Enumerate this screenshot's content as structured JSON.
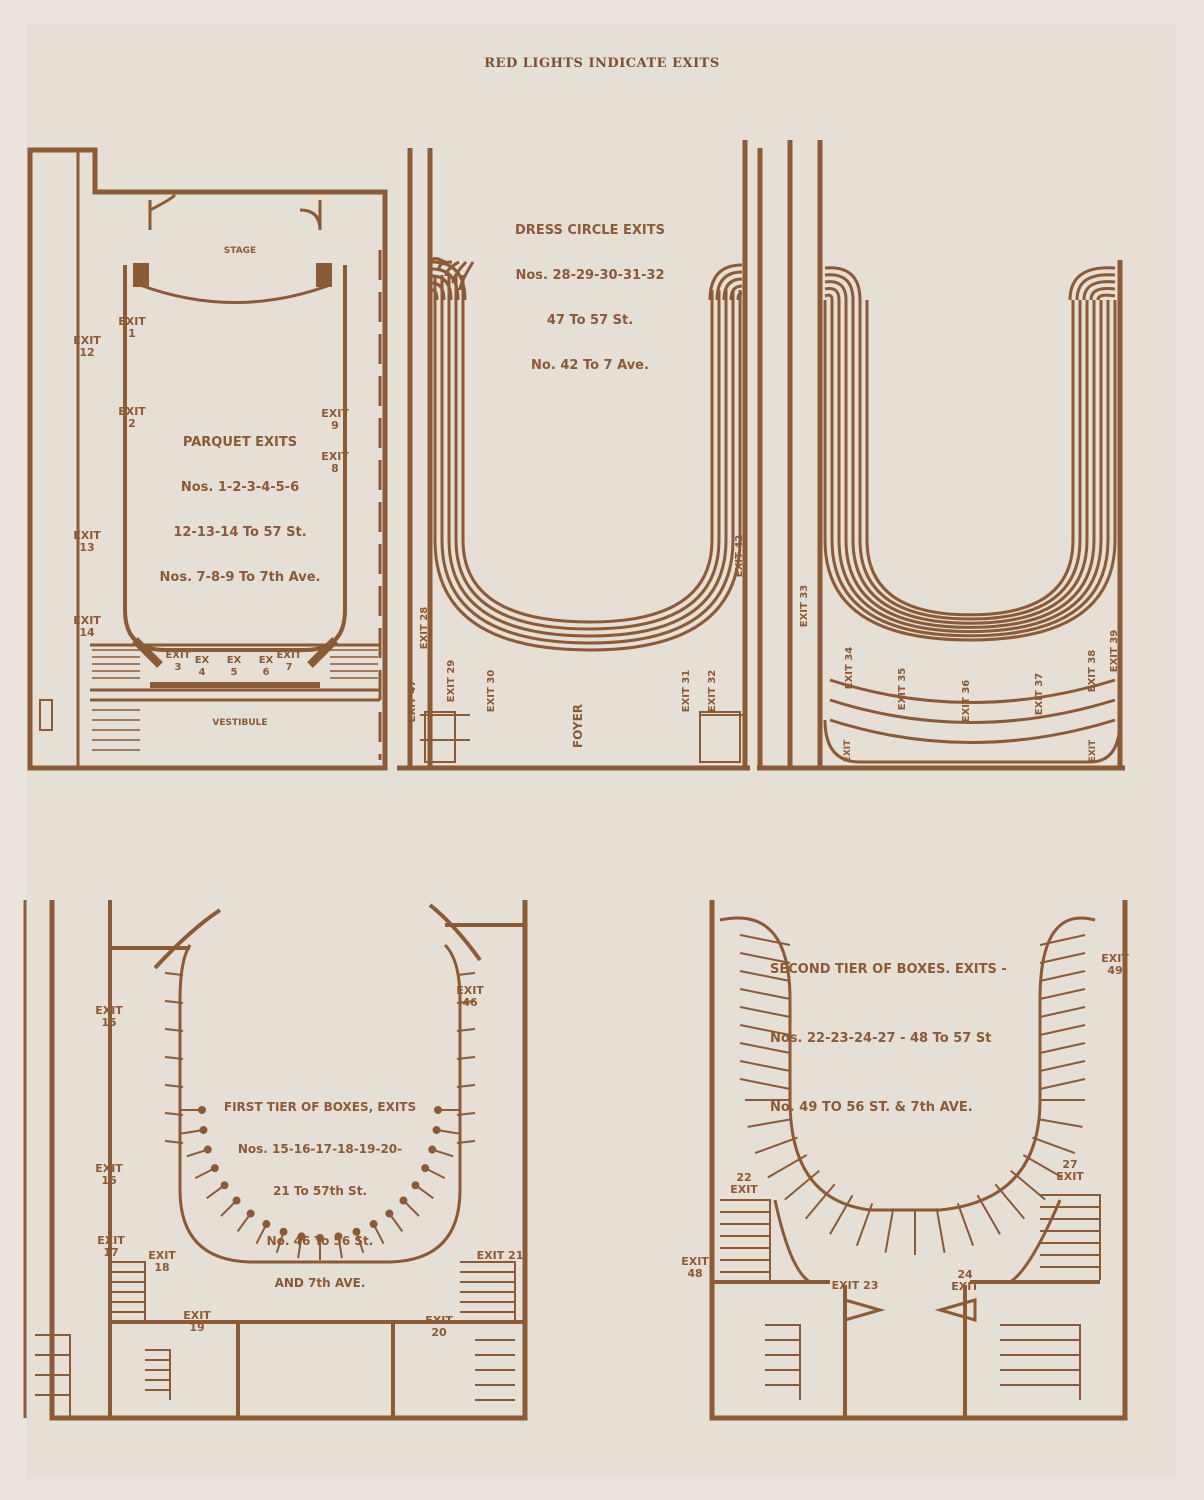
{
  "header": {
    "title": "RED LIGHTS INDICATE EXITS"
  },
  "colors": {
    "ink": "#8b5a36",
    "paper": "#e6dfd6"
  },
  "parquet": {
    "caption": [
      "PARQUET EXITS",
      "Nos. 1-2-3-4-5-6",
      "12-13-14 To 57 St.",
      "Nos. 7-8-9 To 7th Ave."
    ],
    "stage": "STAGE",
    "vestibule": "VESTIBULE",
    "exits": [
      "EXIT\n1",
      "EXIT\n12",
      "EXIT\n2",
      "EXIT\n9",
      "EXIT\n8",
      "EXIT\n13",
      "EXIT\n14",
      "EXIT\n3",
      "EX\n4",
      "EX\n5",
      "EX\n6",
      "EXIT\n7"
    ]
  },
  "dress_circle": {
    "caption": [
      "DRESS CIRCLE EXITS",
      "Nos. 28-29-30-31-32",
      "47 To 57 St.",
      "No. 42 To 7 Ave."
    ],
    "foyer": "FOYER",
    "exits": [
      "EXIT 28",
      "EXIT 47",
      "EXIT 29",
      "EXIT 30",
      "EXIT 31",
      "EXIT 32",
      "EXIT 42"
    ]
  },
  "balcony": {
    "exits": [
      "EXIT 33",
      "EXIT 34",
      "EXIT 35",
      "EXIT 36",
      "EXIT 37",
      "EXIT 38",
      "EXIT 39",
      "EXIT",
      "EXIT"
    ]
  },
  "first_tier": {
    "caption": [
      "FIRST TIER OF BOXES, EXITS",
      "Nos. 15-16-17-18-19-20-",
      "21 To 57th St.",
      "No. 46 To 56 St.",
      "AND 7th AVE."
    ],
    "exits": [
      "EXIT\n15",
      "EXIT\n46",
      "EXIT\n16",
      "EXIT\n17",
      "EXIT\n18",
      "EXIT\n19",
      "EXIT 21",
      "EXIT\n20"
    ]
  },
  "second_tier": {
    "caption": [
      "SECOND TIER OF BOXES. EXITS -",
      "Nos. 22-23-24-27 - 48 To 57 St",
      "No. 49 TO 56 ST. & 7th AVE."
    ],
    "exits": [
      "22\nEXIT",
      "27\nEXIT",
      "EXIT\n48",
      "EXIT 23",
      "24\nEXIT",
      "EXIT\n49"
    ]
  }
}
